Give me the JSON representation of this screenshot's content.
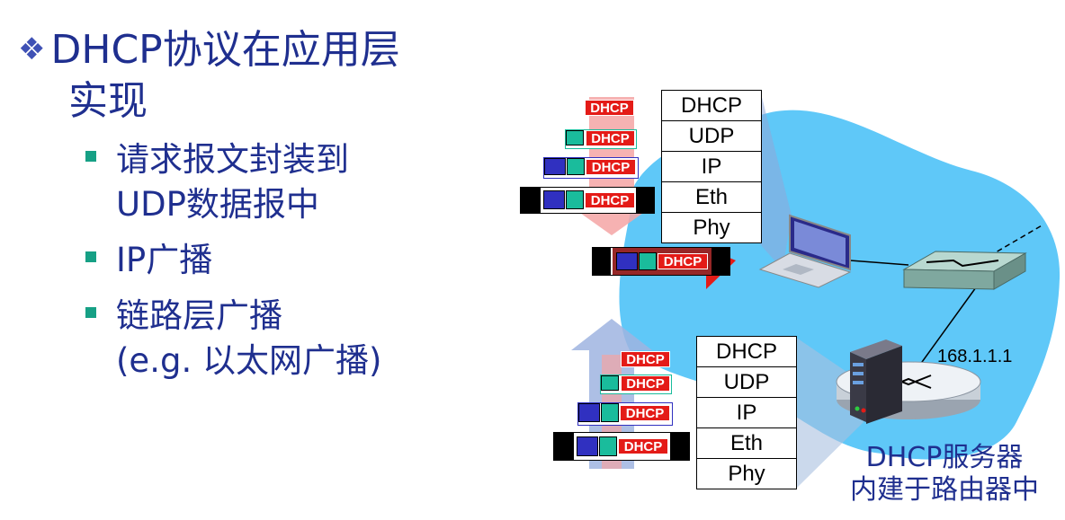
{
  "slide": {
    "title_line1": "DHCP协议在应用层",
    "title_line2": "实现",
    "bullets": [
      "请求报文封装到",
      "UDP数据报中",
      "IP广播",
      "链路层广播",
      "(e.g. 以太网广播)"
    ]
  },
  "client_stack": {
    "layers": [
      "DHCP",
      "UDP",
      "IP",
      "Eth",
      "Phy"
    ]
  },
  "server_stack": {
    "layers": [
      "DHCP",
      "UDP",
      "IP",
      "Eth",
      "Phy"
    ]
  },
  "packet": {
    "label": "DHCP"
  },
  "router_address": "168.1.1.1",
  "server_caption": {
    "line1": "DHCP服务器",
    "line2": "内建于路由器中"
  },
  "colors": {
    "network_cloud": "#5fc8f8",
    "dhcp_packet": "#e41b17",
    "udp_header": "#1abc9c",
    "ip_header": "#3030c0",
    "eth_header": "#000000",
    "text_primary": "#1f2f8f"
  }
}
